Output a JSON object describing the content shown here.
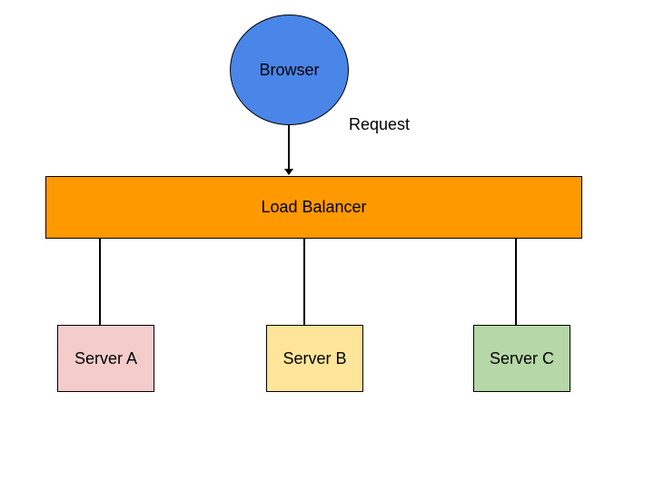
{
  "diagram": {
    "type": "flow-diagram",
    "background_color": "#ffffff",
    "stroke_color": "#000000",
    "nodes": {
      "browser": {
        "label": "Browser",
        "shape": "ellipse",
        "fill": "#4a86e8"
      },
      "load_balancer": {
        "label": "Load Balancer",
        "shape": "rectangle",
        "fill": "#ff9900"
      },
      "server_a": {
        "label": "Server A",
        "shape": "rectangle",
        "fill": "#f4cccc"
      },
      "server_b": {
        "label": "Server B",
        "shape": "rectangle",
        "fill": "#ffe599"
      },
      "server_c": {
        "label": "Server C",
        "shape": "rectangle",
        "fill": "#b6d7a8"
      }
    },
    "edges": {
      "browser_to_load_balancer": {
        "from": "browser",
        "to": "load_balancer",
        "label": "Request",
        "arrowhead": "down"
      },
      "load_balancer_to_server_a": {
        "from": "load_balancer",
        "to": "server_a",
        "label": ""
      },
      "load_balancer_to_server_b": {
        "from": "load_balancer",
        "to": "server_b",
        "label": ""
      },
      "load_balancer_to_server_c": {
        "from": "load_balancer",
        "to": "server_c",
        "label": ""
      }
    }
  }
}
